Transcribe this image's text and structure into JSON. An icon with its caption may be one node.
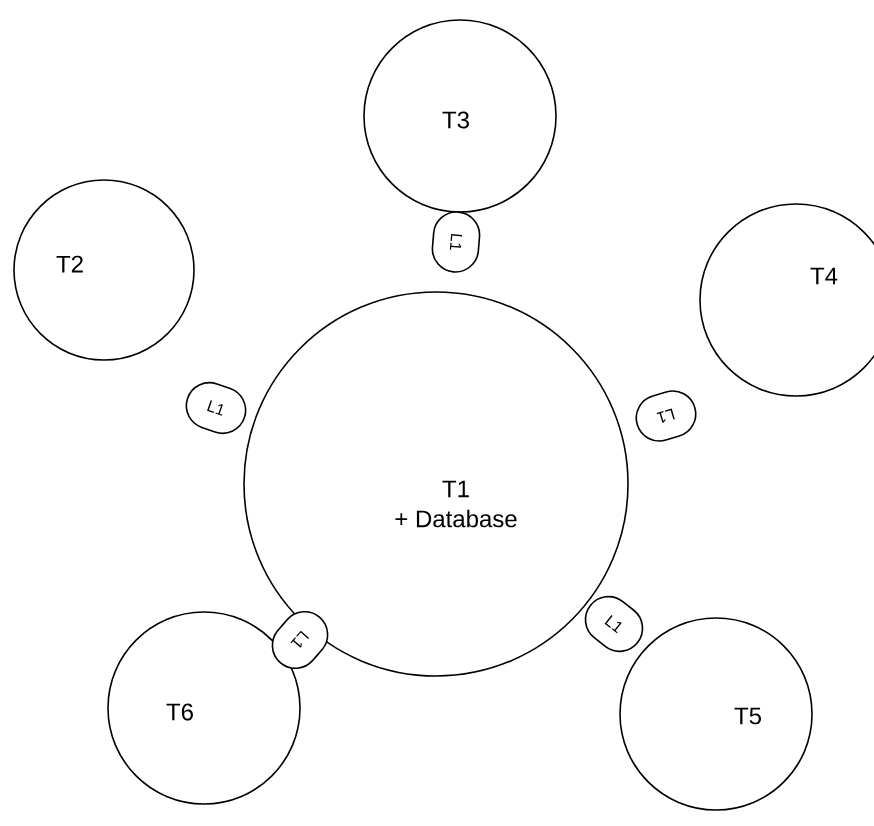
{
  "diagram": {
    "nodes": [
      {
        "text": [
          "T3"
        ]
      },
      {
        "text": [
          "L1"
        ]
      },
      {
        "text": [
          "T2"
        ]
      },
      {
        "text": [
          "T4"
        ]
      },
      {
        "text": [
          "L1"
        ]
      },
      {
        "text": [
          "L1"
        ]
      },
      {
        "text": [
          "T1",
          "+ Database"
        ]
      },
      {
        "text": [
          "L1"
        ]
      },
      {
        "text": [
          "L1"
        ]
      },
      {
        "text": [
          "T6"
        ]
      },
      {
        "text": [
          "T5"
        ]
      }
    ]
  }
}
